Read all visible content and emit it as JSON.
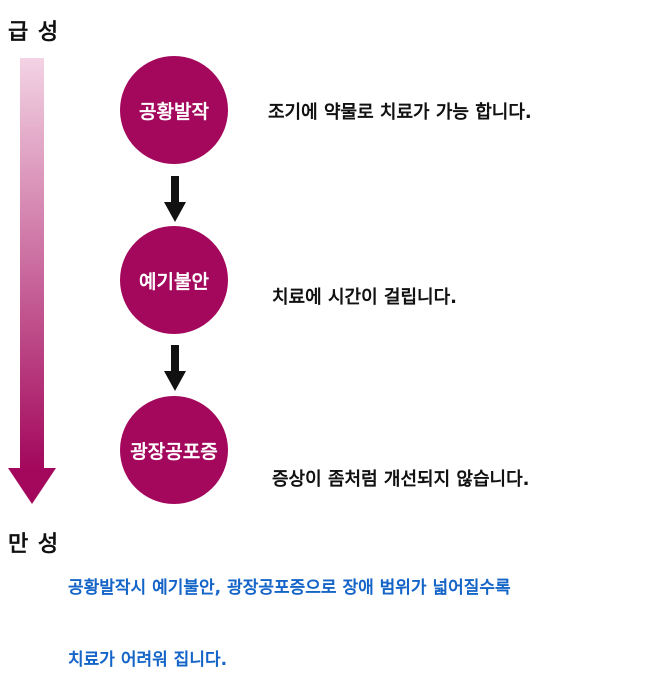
{
  "headings": {
    "top": "급 성",
    "bottom": "만 성"
  },
  "stages": [
    {
      "label": "공황발작",
      "description": "조기에 약물로 치료가 가능 합니다."
    },
    {
      "label": "예기불안",
      "description": "치료에 시간이 걸립니다."
    },
    {
      "label": "광장공포증",
      "description": "증상이 좀처럼 개선되지 않습니다."
    }
  ],
  "notes": {
    "line1": "공황발작시 예기불안, 광장공포증으로 장애 범위가 넓어질수록",
    "line2": "치료가 어려워 집니다."
  },
  "colors": {
    "circle": "#a3085c",
    "gradient_top": "#f3d3e4",
    "gradient_bottom": "#a3085c",
    "note_text": "#1565c8",
    "flow_arrow": "#111111"
  }
}
